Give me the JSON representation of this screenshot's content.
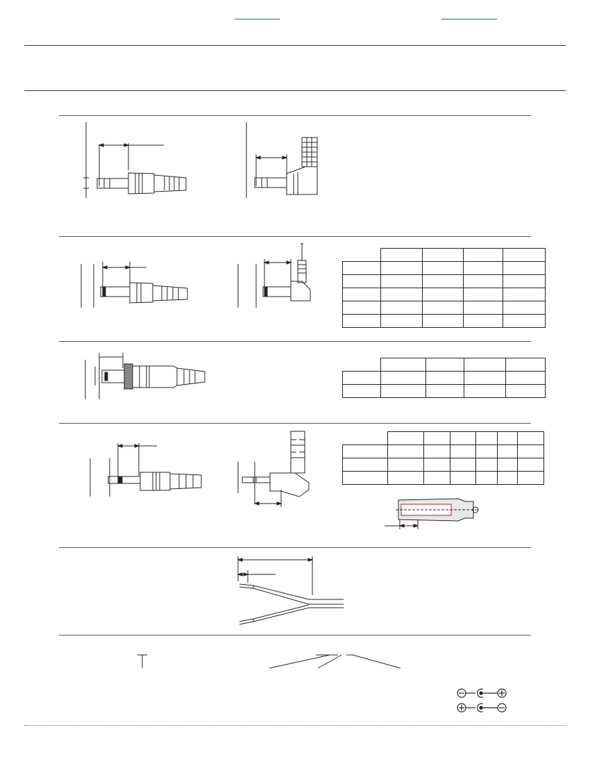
{
  "header": {
    "links": [
      "",
      ""
    ]
  },
  "sections": [
    {
      "id": "stereo-plugs"
    },
    {
      "id": "mono-plugs"
    },
    {
      "id": "dc-plug"
    },
    {
      "id": "subminiature-plugs"
    },
    {
      "id": "cable-end"
    },
    {
      "id": "part-number-key"
    }
  ],
  "tables": {
    "mono_table": {
      "rows": 6,
      "cols": 5
    },
    "dc_table": {
      "rows": 3,
      "cols": 5
    },
    "sub_table": {
      "rows": 4,
      "cols": 7
    }
  },
  "polarity": {
    "row1": [
      "minus-icon",
      "center-icon",
      "plus-icon"
    ],
    "row2": [
      "plus-icon",
      "center-icon",
      "minus-icon"
    ]
  },
  "colors": {
    "link": "#1f5a99",
    "line": "#222222"
  }
}
